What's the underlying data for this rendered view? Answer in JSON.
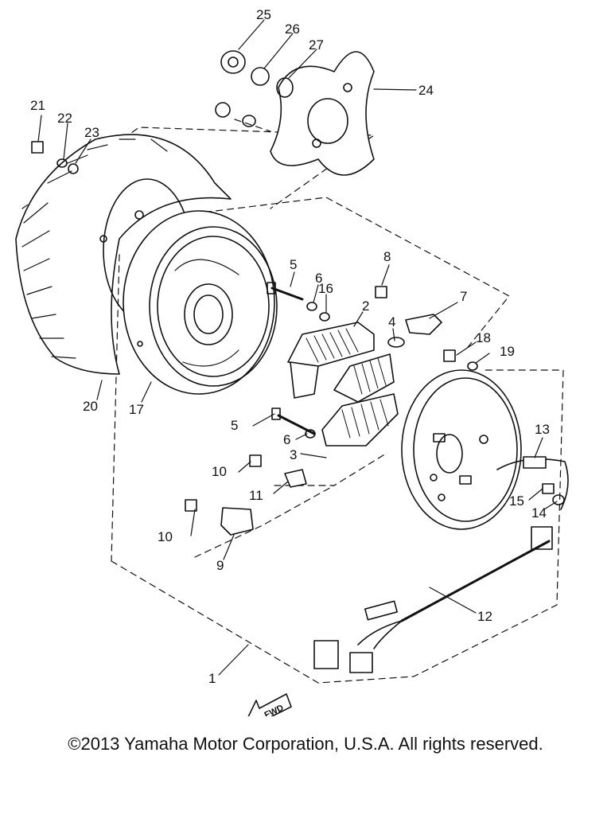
{
  "diagram": {
    "callouts": [
      {
        "id": "c1",
        "label": "1"
      },
      {
        "id": "c2",
        "label": "2"
      },
      {
        "id": "c3",
        "label": "3"
      },
      {
        "id": "c4",
        "label": "4"
      },
      {
        "id": "c5a",
        "label": "5"
      },
      {
        "id": "c5b",
        "label": "5"
      },
      {
        "id": "c6a",
        "label": "6"
      },
      {
        "id": "c6b",
        "label": "6"
      },
      {
        "id": "c7",
        "label": "7"
      },
      {
        "id": "c8",
        "label": "8"
      },
      {
        "id": "c9",
        "label": "9"
      },
      {
        "id": "c10a",
        "label": "10"
      },
      {
        "id": "c10b",
        "label": "10"
      },
      {
        "id": "c11",
        "label": "11"
      },
      {
        "id": "c12",
        "label": "12"
      },
      {
        "id": "c13",
        "label": "13"
      },
      {
        "id": "c14",
        "label": "14"
      },
      {
        "id": "c15",
        "label": "15"
      },
      {
        "id": "c16",
        "label": "16"
      },
      {
        "id": "c17",
        "label": "17"
      },
      {
        "id": "c18",
        "label": "18"
      },
      {
        "id": "c19",
        "label": "19"
      },
      {
        "id": "c20",
        "label": "20"
      },
      {
        "id": "c21",
        "label": "21"
      },
      {
        "id": "c22",
        "label": "22"
      },
      {
        "id": "c23",
        "label": "23"
      },
      {
        "id": "c24",
        "label": "24"
      },
      {
        "id": "c25",
        "label": "25"
      },
      {
        "id": "c26",
        "label": "26"
      },
      {
        "id": "c27",
        "label": "27"
      }
    ],
    "fwd_label": "FWD"
  },
  "footer": {
    "copyright": "©2013 Yamaha Motor Corporation, U.S.A. All rights reserved."
  },
  "colors": {
    "ink": "#111111",
    "background": "#ffffff"
  }
}
